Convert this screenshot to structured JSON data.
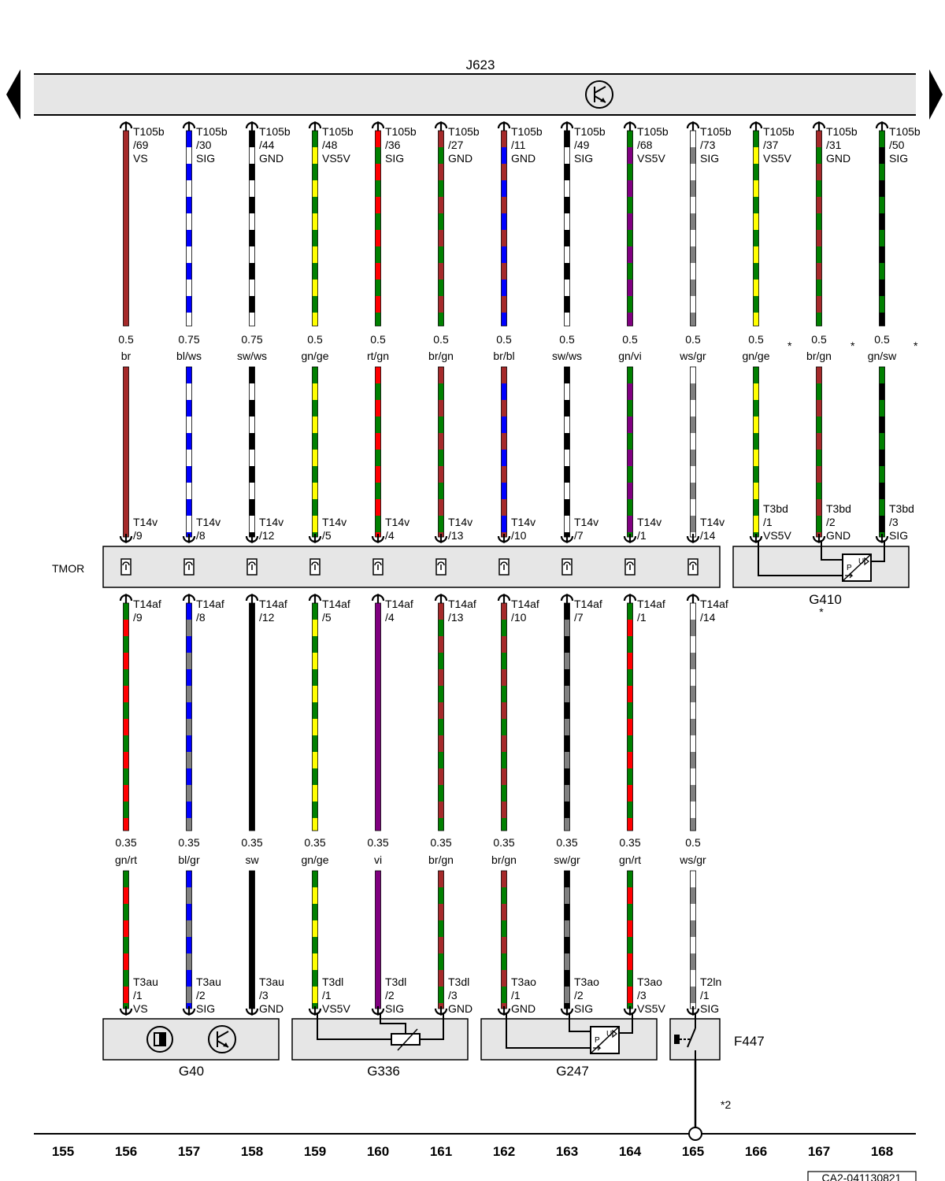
{
  "top_module": {
    "label": "J623"
  },
  "connector_module": {
    "label": "TMOR"
  },
  "columns": [
    "155",
    "156",
    "157",
    "158",
    "159",
    "160",
    "161",
    "162",
    "163",
    "164",
    "165",
    "166",
    "167",
    "168"
  ],
  "reference": "CA2-041130821",
  "asterisk": "*",
  "g410": {
    "label": "G410",
    "note": "*"
  },
  "g40": {
    "label": "G40"
  },
  "g336": {
    "label": "G336"
  },
  "g247": {
    "label": "G247"
  },
  "f447": {
    "label": "F447",
    "note": "*2"
  },
  "upper_wires": [
    {
      "pin": [
        "T105b",
        "/69",
        "VS"
      ],
      "size": "0.5",
      "color_code": "br",
      "colors": [
        "#a52a2a"
      ],
      "tmor": [
        "T14v",
        "/9"
      ]
    },
    {
      "pin": [
        "T105b",
        "/30",
        "SIG"
      ],
      "size": "0.75",
      "color_code": "bl/ws",
      "colors": [
        "#0000ff",
        "#ffffff"
      ],
      "tmor": [
        "T14v",
        "/8"
      ]
    },
    {
      "pin": [
        "T105b",
        "/44",
        "GND"
      ],
      "size": "0.75",
      "color_code": "sw/ws",
      "colors": [
        "#000000",
        "#ffffff"
      ],
      "tmor": [
        "T14v",
        "/12"
      ]
    },
    {
      "pin": [
        "T105b",
        "/48",
        "VS5V"
      ],
      "size": "0.5",
      "color_code": "gn/ge",
      "colors": [
        "#008000",
        "#ffff00"
      ],
      "tmor": [
        "T14v",
        "/5"
      ]
    },
    {
      "pin": [
        "T105b",
        "/36",
        "SIG"
      ],
      "size": "0.5",
      "color_code": "rt/gn",
      "colors": [
        "#ff0000",
        "#008000"
      ],
      "tmor": [
        "T14v",
        "/4"
      ]
    },
    {
      "pin": [
        "T105b",
        "/27",
        "GND"
      ],
      "size": "0.5",
      "color_code": "br/gn",
      "colors": [
        "#a52a2a",
        "#008000"
      ],
      "tmor": [
        "T14v",
        "/13"
      ]
    },
    {
      "pin": [
        "T105b",
        "/11",
        "GND"
      ],
      "size": "0.5",
      "color_code": "br/bl",
      "colors": [
        "#a52a2a",
        "#0000ff"
      ],
      "tmor": [
        "T14v",
        "/10"
      ]
    },
    {
      "pin": [
        "T105b",
        "/49",
        "SIG"
      ],
      "size": "0.5",
      "color_code": "sw/ws",
      "colors": [
        "#000000",
        "#ffffff"
      ],
      "tmor": [
        "T14v",
        "/7"
      ]
    },
    {
      "pin": [
        "T105b",
        "/68",
        "VS5V"
      ],
      "size": "0.5",
      "color_code": "gn/vi",
      "colors": [
        "#008000",
        "#800080"
      ],
      "tmor": [
        "T14v",
        "/1"
      ]
    },
    {
      "pin": [
        "T105b",
        "/73",
        "SIG"
      ],
      "size": "0.5",
      "color_code": "ws/gr",
      "colors": [
        "#ffffff",
        "#808080"
      ],
      "tmor": [
        "T14v",
        "/14"
      ]
    },
    {
      "pin": [
        "T105b",
        "/37",
        "VS5V"
      ],
      "size": "0.5",
      "color_code": "gn/ge",
      "colors": [
        "#008000",
        "#ffff00"
      ],
      "tmor": [
        "T3bd",
        "/1",
        "VS5V"
      ]
    },
    {
      "pin": [
        "T105b",
        "/31",
        "GND"
      ],
      "size": "0.5",
      "color_code": "br/gn",
      "colors": [
        "#a52a2a",
        "#008000"
      ],
      "tmor": [
        "T3bd",
        "/2",
        "GND"
      ]
    },
    {
      "pin": [
        "T105b",
        "/50",
        "SIG"
      ],
      "size": "0.5",
      "color_code": "gn/sw",
      "colors": [
        "#008000",
        "#000000"
      ],
      "tmor": [
        "T3bd",
        "/3",
        "SIG"
      ]
    }
  ],
  "lower_wires": [
    {
      "tmor": [
        "T14af",
        "/9"
      ],
      "size": "0.35",
      "color_code": "gn/rt",
      "colors": [
        "#008000",
        "#ff0000"
      ],
      "pin": [
        "T3au",
        "/1",
        "VS"
      ]
    },
    {
      "tmor": [
        "T14af",
        "/8"
      ],
      "size": "0.35",
      "color_code": "bl/gr",
      "colors": [
        "#0000ff",
        "#808080"
      ],
      "pin": [
        "T3au",
        "/2",
        "SIG"
      ]
    },
    {
      "tmor": [
        "T14af",
        "/12"
      ],
      "size": "0.35",
      "color_code": "sw",
      "colors": [
        "#000000"
      ],
      "pin": [
        "T3au",
        "/3",
        "GND"
      ]
    },
    {
      "tmor": [
        "T14af",
        "/5"
      ],
      "size": "0.35",
      "color_code": "gn/ge",
      "colors": [
        "#008000",
        "#ffff00"
      ],
      "pin": [
        "T3dl",
        "/1",
        "VS5V"
      ]
    },
    {
      "tmor": [
        "T14af",
        "/4"
      ],
      "size": "0.35",
      "color_code": "vi",
      "colors": [
        "#800080"
      ],
      "pin": [
        "T3dl",
        "/2",
        "SIG"
      ]
    },
    {
      "tmor": [
        "T14af",
        "/13"
      ],
      "size": "0.35",
      "color_code": "br/gn",
      "colors": [
        "#a52a2a",
        "#008000"
      ],
      "pin": [
        "T3dl",
        "/3",
        "GND"
      ]
    },
    {
      "tmor": [
        "T14af",
        "/10"
      ],
      "size": "0.35",
      "color_code": "br/gn",
      "colors": [
        "#a52a2a",
        "#008000"
      ],
      "pin": [
        "T3ao",
        "/1",
        "GND"
      ]
    },
    {
      "tmor": [
        "T14af",
        "/7"
      ],
      "size": "0.35",
      "color_code": "sw/gr",
      "colors": [
        "#000000",
        "#808080"
      ],
      "pin": [
        "T3ao",
        "/2",
        "SIG"
      ]
    },
    {
      "tmor": [
        "T14af",
        "/1"
      ],
      "size": "0.35",
      "color_code": "gn/rt",
      "colors": [
        "#008000",
        "#ff0000"
      ],
      "pin": [
        "T3ao",
        "/3",
        "VS5V"
      ]
    },
    {
      "tmor": [
        "T14af",
        "/14"
      ],
      "size": "0.5",
      "color_code": "ws/gr",
      "colors": [
        "#ffffff",
        "#808080"
      ],
      "pin": [
        "T2ln",
        "/1",
        "SIG"
      ]
    }
  ]
}
